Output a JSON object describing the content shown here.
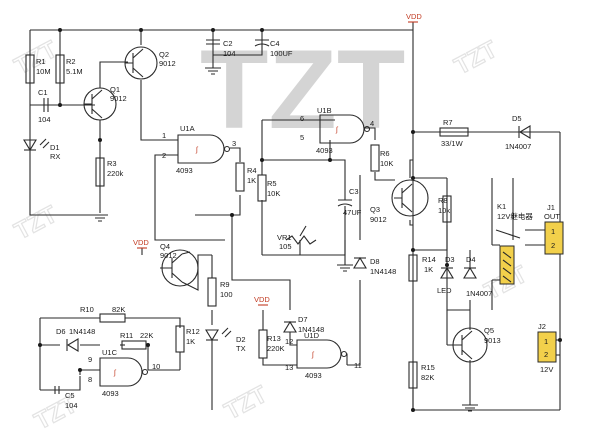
{
  "watermark": {
    "big": "TZT",
    "small": "TZT"
  },
  "supply": {
    "vdd_top": "VDD",
    "vdd_q4": "VDD",
    "vdd_r13": "VDD"
  },
  "resistors": {
    "r1": {
      "ref": "R1",
      "value": "10M"
    },
    "r2": {
      "ref": "R2",
      "value": "5.1M"
    },
    "r3": {
      "ref": "R3",
      "value": "220k"
    },
    "r4": {
      "ref": "R4",
      "value": "1K"
    },
    "r5": {
      "ref": "R5",
      "value": "10K"
    },
    "r6": {
      "ref": "R6",
      "value": "10K"
    },
    "r7": {
      "ref": "R7",
      "value": "33/1W"
    },
    "r8": {
      "ref": "R8",
      "value": "10k"
    },
    "r9": {
      "ref": "R9",
      "value": "100"
    },
    "r10": {
      "ref": "R10",
      "value": "82K"
    },
    "r11": {
      "ref": "R11",
      "value": "22K"
    },
    "r12": {
      "ref": "R12",
      "value": "1K"
    },
    "r13": {
      "ref": "R13",
      "value": "220K"
    },
    "r14": {
      "ref": "R14",
      "value": "1K"
    },
    "r15": {
      "ref": "R15",
      "value": "82K"
    },
    "vr1": {
      "ref": "VR1",
      "value": "105"
    }
  },
  "capacitors": {
    "c1": {
      "ref": "C1",
      "value": "104"
    },
    "c2": {
      "ref": "C2",
      "value": "104"
    },
    "c3": {
      "ref": "C3",
      "value": "47UF"
    },
    "c4": {
      "ref": "C4",
      "value": "100UF"
    },
    "c5": {
      "ref": "C5",
      "value": "104"
    }
  },
  "transistors": {
    "q1": {
      "ref": "Q1",
      "value": "9012"
    },
    "q2": {
      "ref": "Q2",
      "value": "9012"
    },
    "q3": {
      "ref": "Q3",
      "value": "9012"
    },
    "q4": {
      "ref": "Q4",
      "value": "9012"
    },
    "q5": {
      "ref": "Q5",
      "value": "9013"
    }
  },
  "diodes": {
    "d1": {
      "ref": "D1",
      "value": "RX"
    },
    "d2": {
      "ref": "D2",
      "value": "TX"
    },
    "d3": {
      "ref": "D3",
      "value": "LED"
    },
    "d4": {
      "ref": "D4",
      "value": "1N4007"
    },
    "d5": {
      "ref": "D5",
      "value": "1N4007"
    },
    "d6": {
      "ref": "D6",
      "value": "1N4148"
    },
    "d7": {
      "ref": "D7",
      "value": "1N4148"
    },
    "d8": {
      "ref": "D8",
      "value": "1N4148"
    }
  },
  "gates": {
    "u1a": {
      "ref": "U1A",
      "part": "4093",
      "pin_in1": "1",
      "pin_in2": "2",
      "pin_out": "3"
    },
    "u1b": {
      "ref": "U1B",
      "part": "4093",
      "pin_in1": "6",
      "pin_in2": "5",
      "pin_out": "4"
    },
    "u1c": {
      "ref": "U1C",
      "part": "4093",
      "pin_in1": "9",
      "pin_in2": "8",
      "pin_out": "10"
    },
    "u1d": {
      "ref": "U1D",
      "part": "4093",
      "pin_in1": "12",
      "pin_in2": "13",
      "pin_out": "11"
    }
  },
  "relay": {
    "ref": "K1",
    "label": "12V继电器"
  },
  "connectors": {
    "j1": {
      "ref": "J1",
      "label": "OUT",
      "pin1": "1",
      "pin2": "2"
    },
    "j2": {
      "ref": "J2",
      "label": "12V",
      "pin1": "1",
      "pin2": "2"
    }
  }
}
